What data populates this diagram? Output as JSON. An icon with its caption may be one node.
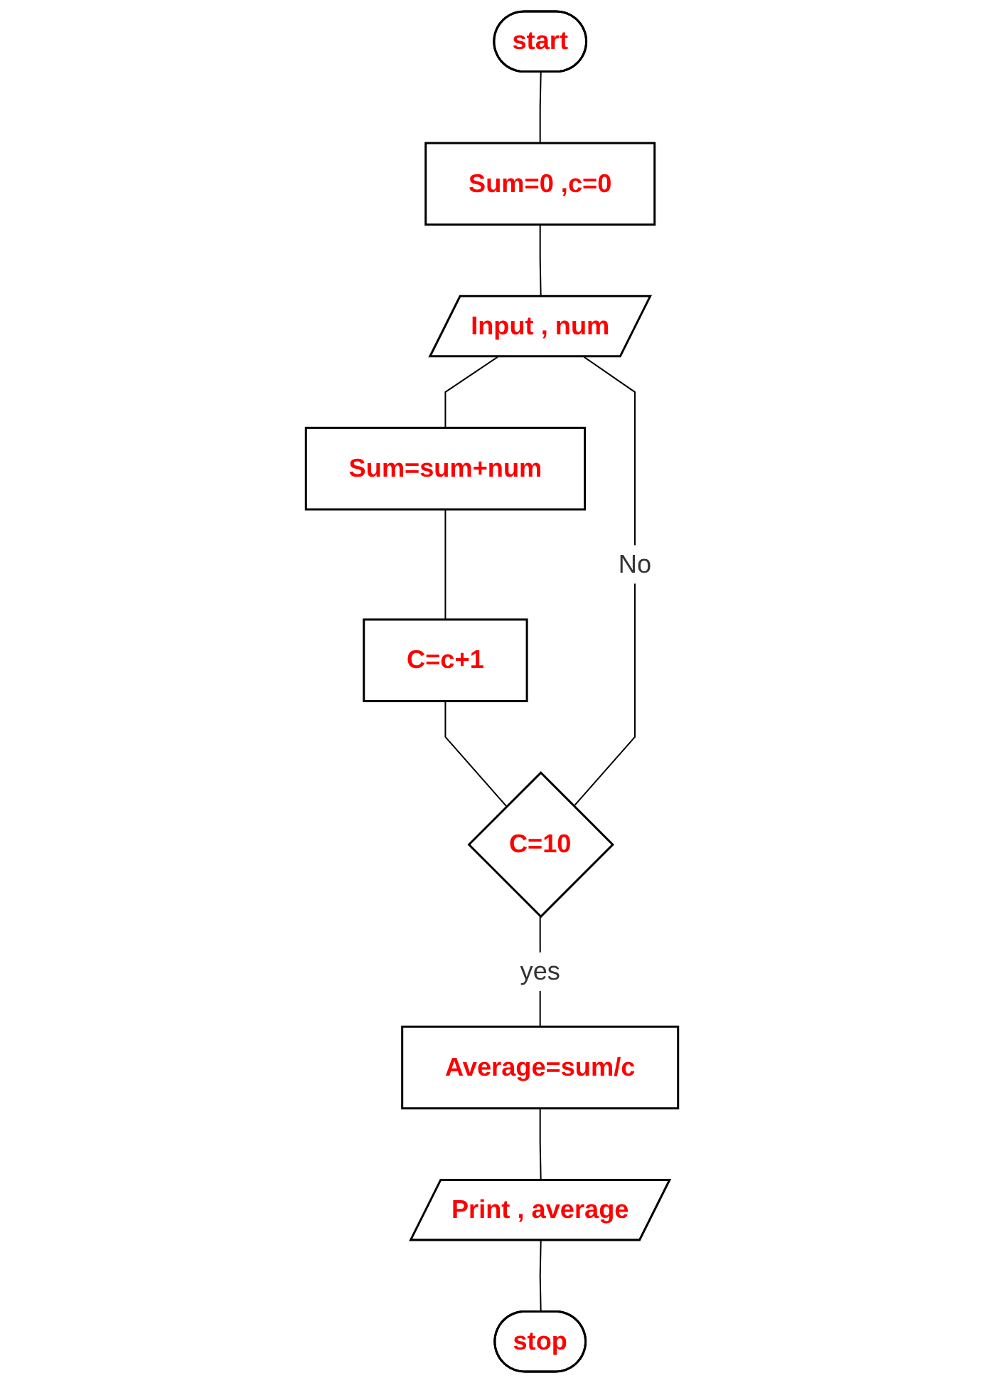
{
  "diagram": {
    "nodes": [
      {
        "text": [
          "start"
        ]
      },
      {
        "text": [
          "Sum=0 ,c=0"
        ]
      },
      {
        "text": [
          "Input , num"
        ]
      },
      {
        "text": [
          "Sum=sum+num"
        ]
      },
      {
        "text": [
          "C=c+1"
        ]
      },
      {
        "text": [
          "C=10"
        ]
      },
      {
        "text": [
          "Average=sum/c"
        ]
      },
      {
        "text": [
          "Print , average"
        ]
      },
      {
        "text": [
          "stop"
        ]
      }
    ],
    "edges": [
      {
        "from": 0,
        "to": 1,
        "arrow": "none"
      },
      {
        "from": 1,
        "to": 2,
        "arrow": "none"
      },
      {
        "from": 2,
        "to": 3,
        "arrow": "none"
      },
      {
        "from": 3,
        "to": 4,
        "arrow": "none"
      },
      {
        "from": 4,
        "to": 5,
        "arrow": "none"
      },
      {
        "from": 5,
        "to": 2,
        "label": "No",
        "arrow": "none"
      },
      {
        "from": 5,
        "to": 6,
        "label": "yes",
        "arrow": "none"
      },
      {
        "from": 6,
        "to": 7,
        "arrow": "none"
      },
      {
        "from": 7,
        "to": 8,
        "arrow": "none"
      }
    ]
  }
}
